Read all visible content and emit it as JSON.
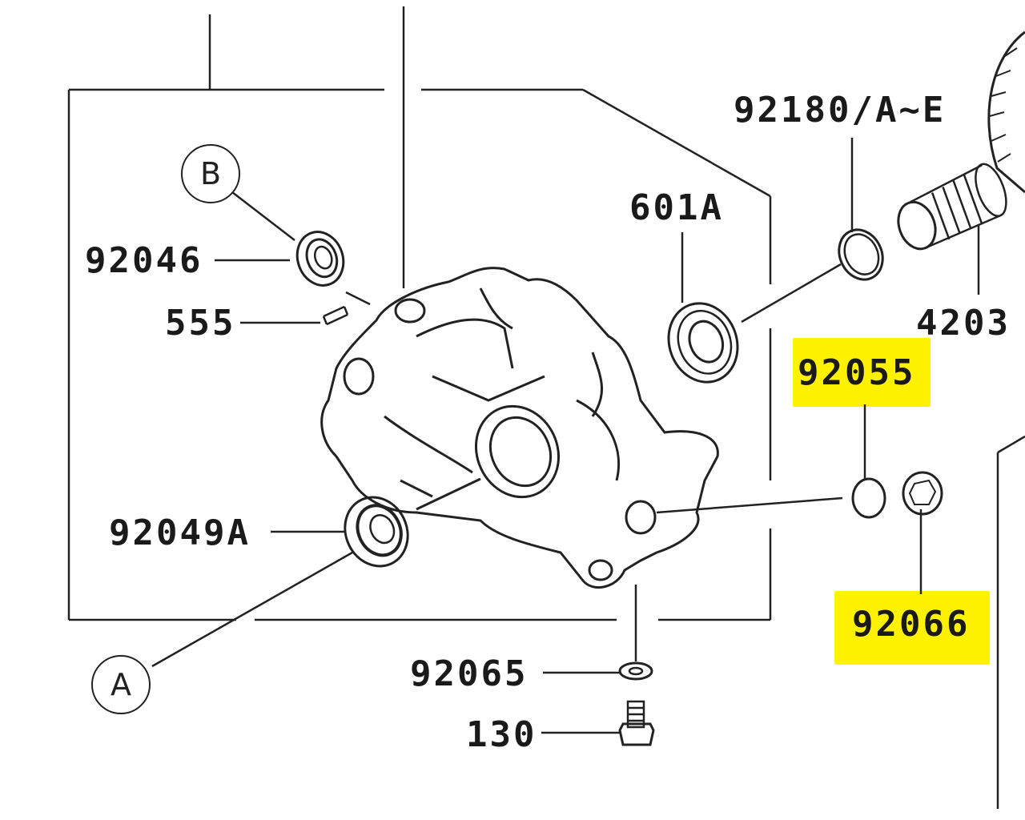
{
  "parts": {
    "p92180": "92180/A~E",
    "p601A": "601A",
    "p92046": "92046",
    "p555": "555",
    "p4203x": "4203",
    "p92055": "92055",
    "p92049A": "92049A",
    "p92066": "92066",
    "p92065": "92065",
    "p130": "130"
  },
  "callouts": {
    "a": "A",
    "b": "B"
  },
  "highlight_color": "#fff200"
}
